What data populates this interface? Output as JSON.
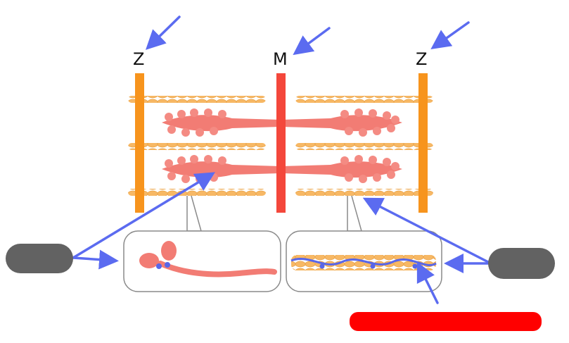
{
  "labels": {
    "z_left": "Z",
    "m_line": "M",
    "z_right": "Z"
  },
  "colors": {
    "z_disc": "#f7941d",
    "m_line": "#f4473b",
    "actin": "#f7b865",
    "myosin": "#f27c74",
    "tropomyosin": "#5866e8",
    "arrow": "#5b6bf0",
    "callout_box": "#8a8a8a",
    "pill": "#626262",
    "red_bar": "#ff0000"
  },
  "icons": [
    "arrow",
    "myosin-molecule-icon",
    "actin-filament-icon"
  ]
}
